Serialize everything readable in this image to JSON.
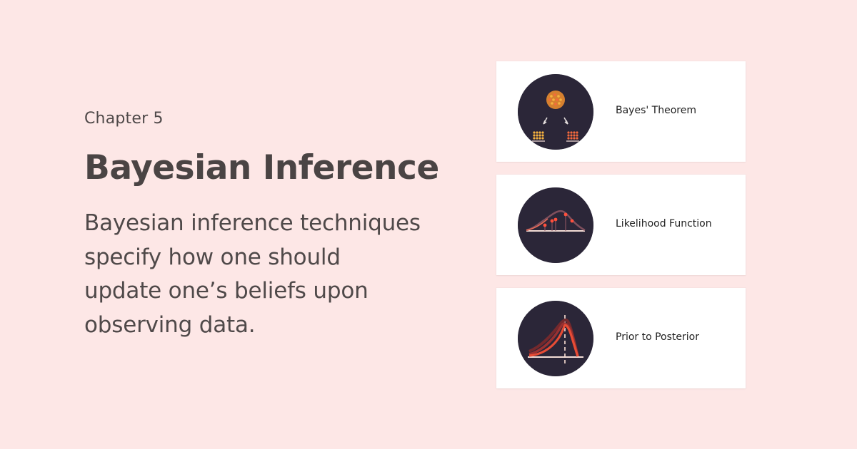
{
  "intro": {
    "chapter": "Chapter 5",
    "title": "Bayesian Inference",
    "description": "Bayesian inference techniques specify how one should update one’s beliefs upon observing data."
  },
  "cards": [
    {
      "label": "Bayes' Theorem",
      "icon": "bayes-theorem-icon"
    },
    {
      "label": "Likelihood Function",
      "icon": "likelihood-function-icon"
    },
    {
      "label": "Prior to Posterior",
      "icon": "prior-posterior-icon"
    }
  ],
  "colors": {
    "background": "#fde7e6",
    "card_background": "#ffffff",
    "badge_background": "#2b2638",
    "text_primary": "#4a4444",
    "accent_orange": "#f29a2e",
    "accent_red": "#d84a3a"
  }
}
